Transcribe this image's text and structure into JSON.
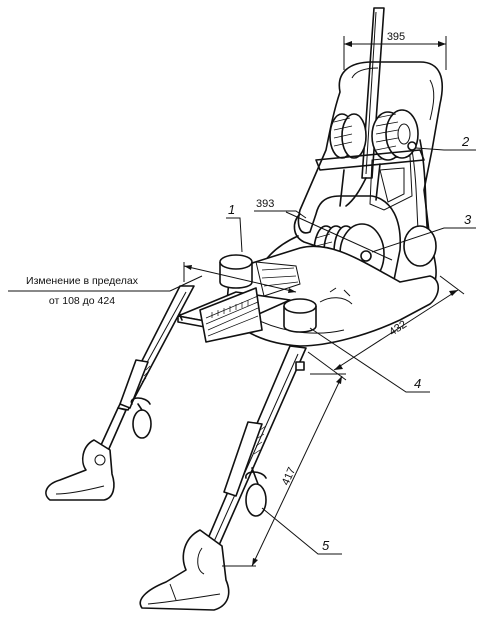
{
  "dimensions": {
    "width_top": "395",
    "lever_height": "393",
    "seat_length": "432",
    "leg_length": "417"
  },
  "range_note": {
    "line1": "Изменение в пределах",
    "line2": "от 108 до 424"
  },
  "callouts": [
    "1",
    "2",
    "3",
    "4",
    "5"
  ],
  "colors": {
    "ink": "#111111",
    "paper": "#ffffff"
  }
}
